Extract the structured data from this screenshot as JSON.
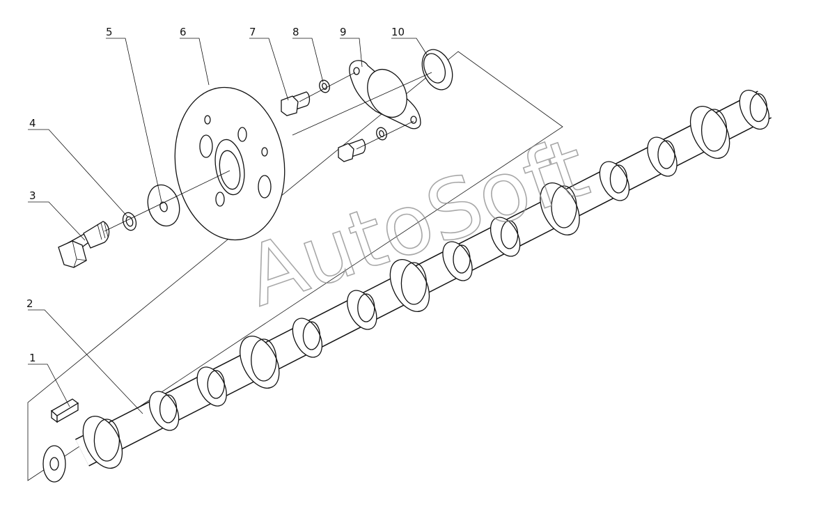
{
  "figure": {
    "watermark": "AutoSoft",
    "callouts": [
      "1",
      "2",
      "3",
      "4",
      "5",
      "6",
      "7",
      "8",
      "9",
      "10"
    ]
  },
  "parts": [
    {
      "id": "1",
      "icon": "key-icon"
    },
    {
      "id": "2",
      "icon": "camshaft-icon"
    },
    {
      "id": "3",
      "icon": "bolt-icon"
    },
    {
      "id": "4",
      "icon": "lock-washer-icon"
    },
    {
      "id": "5",
      "icon": "thrust-washer-icon"
    },
    {
      "id": "6",
      "icon": "gear-icon"
    },
    {
      "id": "7",
      "icon": "bolt-icon"
    },
    {
      "id": "8",
      "icon": "lock-washer-icon"
    },
    {
      "id": "9",
      "icon": "flange-plate-icon"
    },
    {
      "id": "10",
      "icon": "seal-ring-icon"
    }
  ]
}
